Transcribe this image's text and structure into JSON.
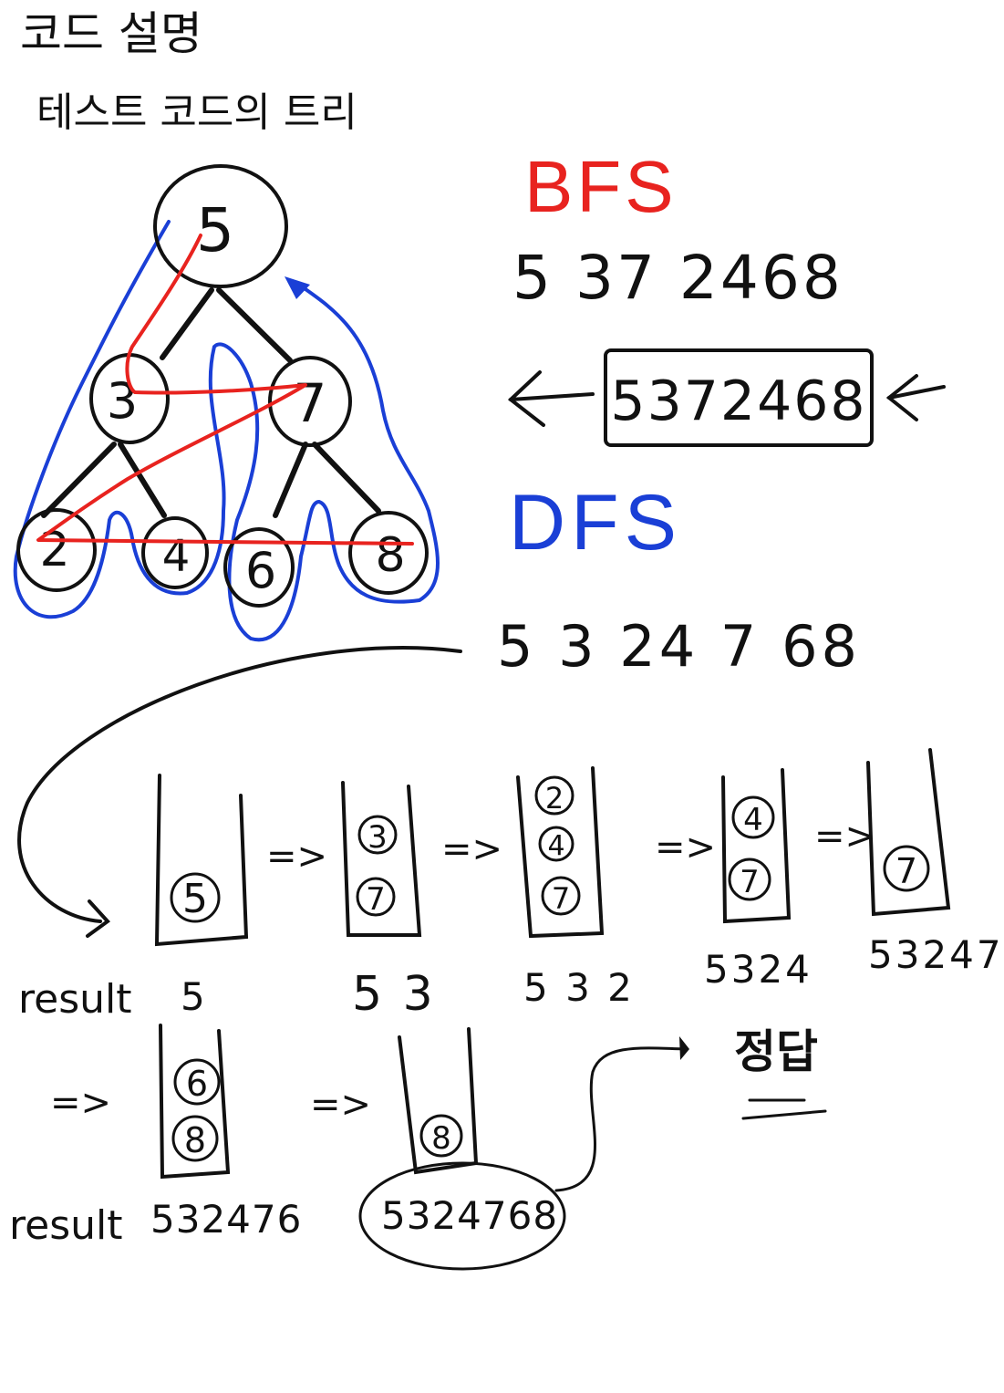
{
  "title": "코드 설명",
  "subtitle": "테스트 코드의 트리",
  "tree": {
    "root": "5",
    "level1": [
      "3",
      "7"
    ],
    "level2": [
      "2",
      "4",
      "6",
      "8"
    ]
  },
  "bfs": {
    "label": "BFS",
    "sequence": "5 37 2468",
    "queue_contents": "5372468"
  },
  "dfs": {
    "label": "DFS",
    "sequence": "5 3 24 7 68"
  },
  "stack_steps": [
    {
      "items": [
        "5"
      ],
      "result_label": "result",
      "result": "5"
    },
    {
      "items": [
        "3",
        "7"
      ],
      "result": "5 3"
    },
    {
      "items": [
        "2",
        "4",
        "7"
      ],
      "result": "5 3 2"
    },
    {
      "items": [
        "4",
        "7"
      ],
      "result": "5324"
    },
    {
      "items": [
        "7"
      ],
      "result": "53247"
    },
    {
      "items": [
        "6",
        "8"
      ],
      "result_label": "result",
      "result": "532476"
    },
    {
      "items": [
        "8"
      ],
      "result": "5324768"
    }
  ],
  "step_arrow": "=>",
  "answer_label": "정답",
  "colors": {
    "ink": "#111111",
    "bfs": "#e8231f",
    "dfs": "#1a3fd6"
  }
}
